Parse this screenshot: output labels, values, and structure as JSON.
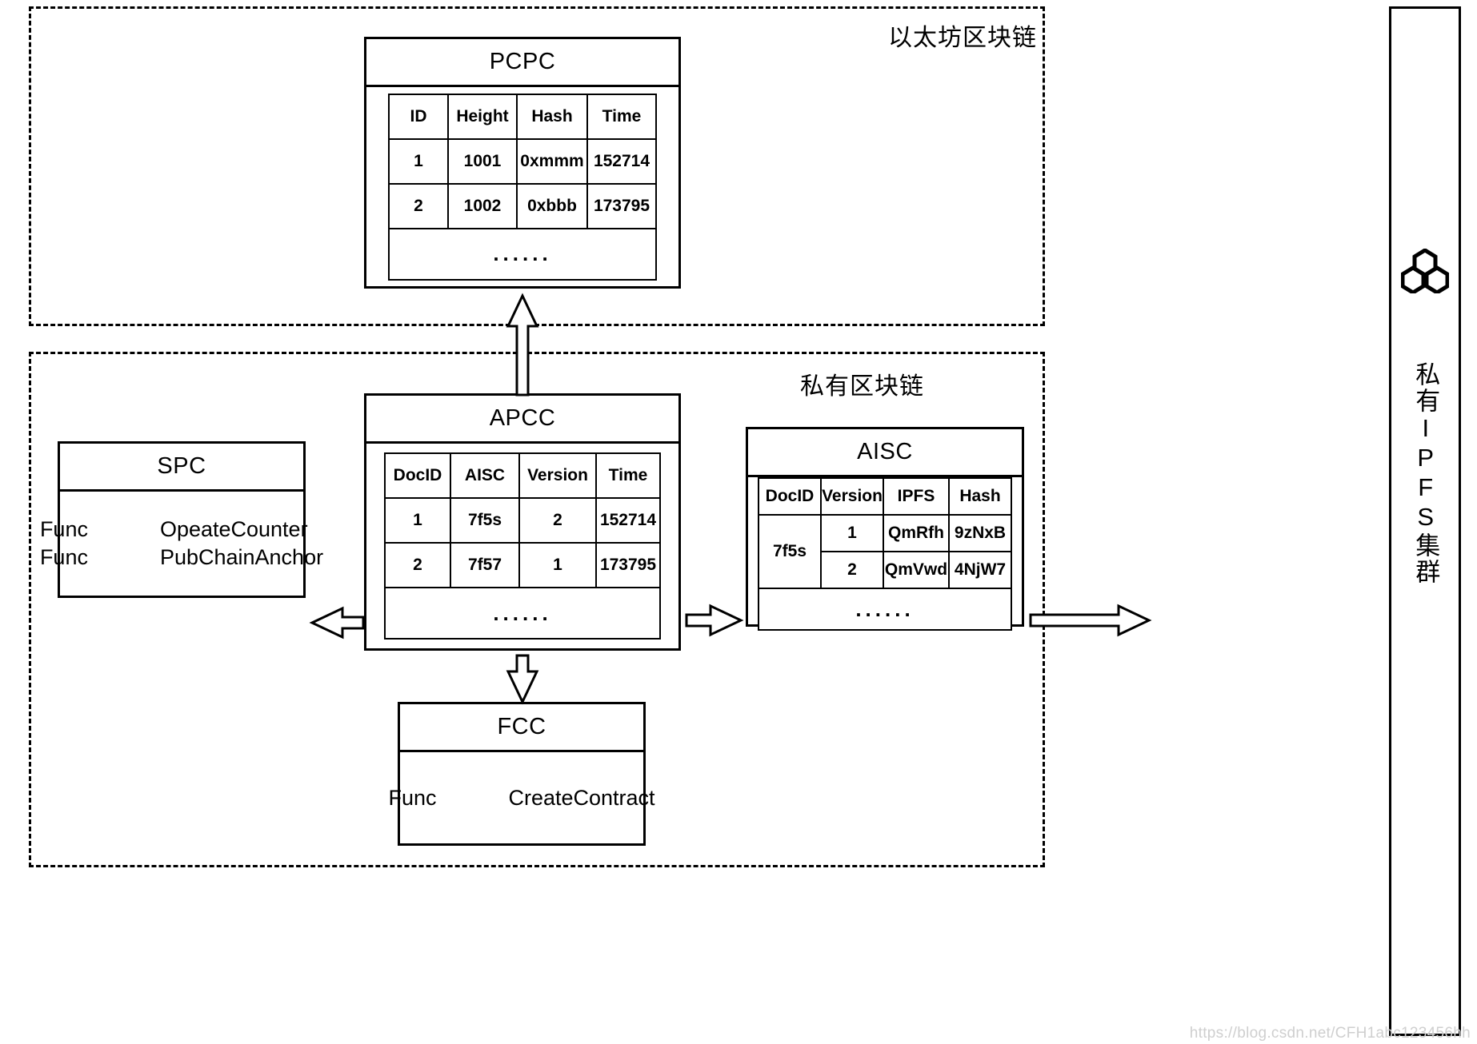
{
  "zones": {
    "public": {
      "label": "以太坊区块链"
    },
    "private": {
      "label": "私有区块链"
    }
  },
  "pcpc": {
    "title": "PCPC",
    "columns": [
      "ID",
      "Height",
      "Hash",
      "Time"
    ],
    "rows": [
      [
        "1",
        "1001",
        "0xmmm",
        "152714"
      ],
      [
        "2",
        "1002",
        "0xbbb",
        "173795"
      ]
    ],
    "ellipsis": "......"
  },
  "apcc": {
    "title": "APCC",
    "columns": [
      "DocID",
      "AISC",
      "Version",
      "Time"
    ],
    "rows": [
      [
        "1",
        "7f5s",
        "2",
        "152714"
      ],
      [
        "2",
        "7f57",
        "1",
        "173795"
      ]
    ],
    "ellipsis": "......"
  },
  "aisc": {
    "title": "AISC",
    "columns": [
      "DocID",
      "Version",
      "IPFS",
      "Hash"
    ],
    "doc_id": "7f5s",
    "rows": [
      [
        "1",
        "QmRfh",
        "9zNxB"
      ],
      [
        "2",
        "QmVwd",
        "4NjW7"
      ]
    ],
    "ellipsis": "......"
  },
  "spc": {
    "title": "SPC",
    "functions": [
      {
        "keyword": "Func",
        "name": "OpeateCounter"
      },
      {
        "keyword": "Func",
        "name": "PubChainAnchor"
      }
    ]
  },
  "fcc": {
    "title": "FCC",
    "functions": [
      {
        "keyword": "Func",
        "name": "CreateContract"
      }
    ]
  },
  "ipfs_panel": {
    "label": "私有IPFS集群",
    "logo_name": "ipfs-hexagon-logo"
  },
  "watermark": "https://blog.csdn.net/CFH1abc123456hh",
  "colors": {
    "stroke": "#000000",
    "background": "#ffffff",
    "watermark": "#cfcfcf"
  }
}
